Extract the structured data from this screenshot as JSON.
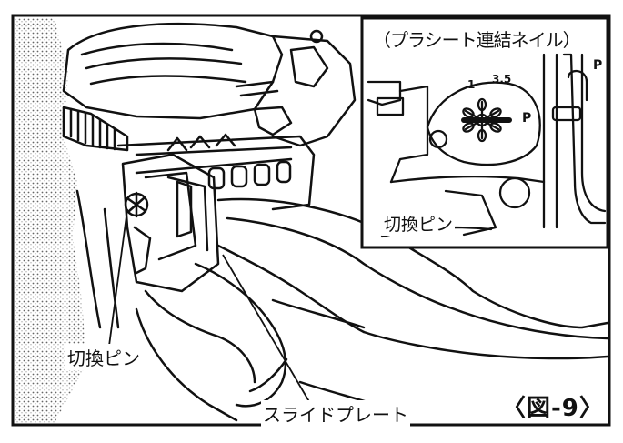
{
  "figure": {
    "inset_title": "（プラシート連結ネイル）",
    "inset_pin_label": "切換ピン",
    "main_pin_label": "切換ピン",
    "slide_plate_label": "スライドプレート",
    "figure_number": "〈図-9〉",
    "dial_mark_1": "1",
    "dial_mark_35": "3.5",
    "dial_mark_p": "P",
    "slot_mark_p": "P"
  }
}
